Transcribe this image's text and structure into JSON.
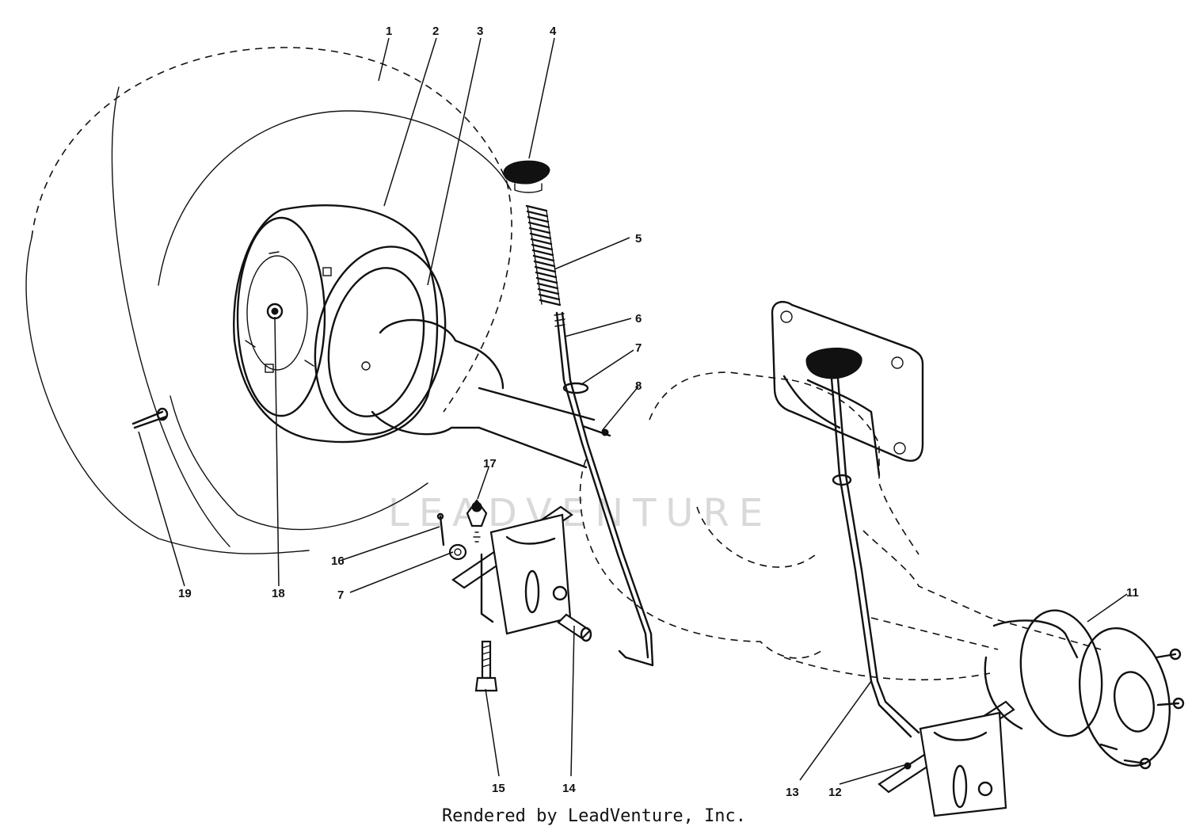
{
  "watermark": "LEADVENTURE",
  "footer": "Rendered by LeadVenture, Inc.",
  "callouts": [
    {
      "id": "c1",
      "label": "1"
    },
    {
      "id": "c2",
      "label": "2"
    },
    {
      "id": "c3",
      "label": "3"
    },
    {
      "id": "c4",
      "label": "4"
    },
    {
      "id": "c5",
      "label": "5"
    },
    {
      "id": "c6",
      "label": "6"
    },
    {
      "id": "c7a",
      "label": "7"
    },
    {
      "id": "c8",
      "label": "8"
    },
    {
      "id": "c7b",
      "label": "7"
    },
    {
      "id": "c11",
      "label": "11"
    },
    {
      "id": "c12",
      "label": "12"
    },
    {
      "id": "c13",
      "label": "13"
    },
    {
      "id": "c14",
      "label": "14"
    },
    {
      "id": "c15",
      "label": "15"
    },
    {
      "id": "c16",
      "label": "16"
    },
    {
      "id": "c17",
      "label": "17"
    },
    {
      "id": "c18",
      "label": "18"
    },
    {
      "id": "c19",
      "label": "19"
    }
  ]
}
